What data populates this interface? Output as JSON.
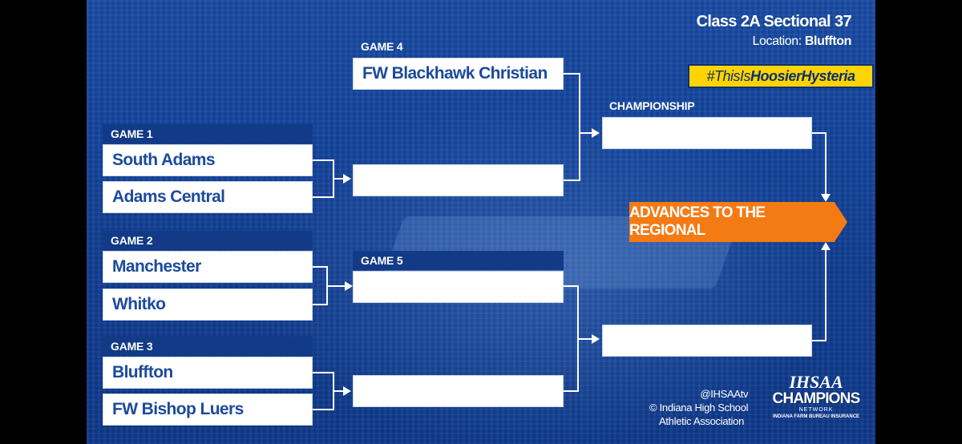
{
  "header": {
    "title": "Class 2A Sectional 37",
    "location_label": "Location:",
    "location_value": "Bluffton",
    "hashtag_part1": "#ThisIs",
    "hashtag_part2": "HoosierHysteria"
  },
  "bracket": {
    "game1_label": "GAME 1",
    "game2_label": "GAME 2",
    "game3_label": "GAME 3",
    "game4_label": "GAME 4",
    "game5_label": "GAME 5",
    "championship_label": "CHAMPIONSHIP",
    "team_south_adams": "South Adams",
    "team_adams_central": "Adams Central",
    "team_manchester": "Manchester",
    "team_whitko": "Whitko",
    "team_bluffton": "Bluffton",
    "team_bishop_luers": "FW Bishop Luers",
    "team_blackhawk": "FW Blackhawk Christian",
    "advance_text": "ADVANCES TO THE REGIONAL"
  },
  "footer": {
    "handle": "@IHSAAtv",
    "copyright_line1": "© Indiana High School",
    "copyright_line2": "Athletic Association",
    "logo_top": "IHSAA",
    "logo_main": "CHAMPIONS",
    "logo_sub": "NETWORK",
    "logo_sponsor": "INDIANA FARM BUREAU INSURANCE"
  },
  "colors": {
    "background": "#1546a0",
    "box": "#ffffff",
    "team_text": "#1b4a9c",
    "accent_orange": "#f47a14",
    "hashtag_yellow": "#ffd400"
  }
}
